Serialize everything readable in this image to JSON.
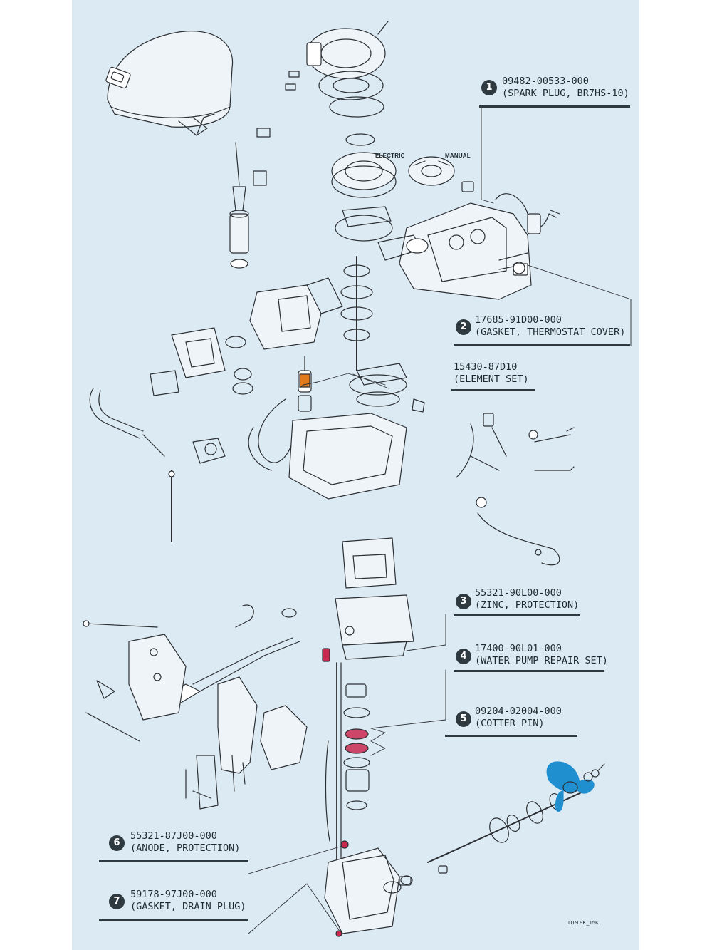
{
  "diagram": {
    "section_labels": {
      "electric": "ELECTRIC",
      "manual": "MANUAL"
    },
    "figure_code": "DT9.9K_15K",
    "colors": {
      "background": "#dceaf4",
      "linework": "#2b2f33",
      "callout_badge": "#2f3a40",
      "highlight_red": "#c8294f",
      "highlight_orange": "#e07a1c",
      "highlight_blue": "#1f8fd0"
    },
    "callouts": [
      {
        "number": "1",
        "part_no": "09482-00533-000",
        "desc": "(SPARK PLUG, BR7HS-10)"
      },
      {
        "number": "2",
        "part_no": "17685-91D00-000",
        "desc": "(GASKET, THERMOSTAT COVER)"
      },
      {
        "number": "",
        "part_no": "15430-87D10",
        "desc": "(ELEMENT SET)"
      },
      {
        "number": "3",
        "part_no": "55321-90L00-000",
        "desc": "(ZINC, PROTECTION)"
      },
      {
        "number": "4",
        "part_no": "17400-90L01-000",
        "desc": "(WATER PUMP REPAIR SET)"
      },
      {
        "number": "5",
        "part_no": "09204-02004-000",
        "desc": "(COTTER PIN)"
      },
      {
        "number": "6",
        "part_no": "55321-87J00-000",
        "desc": "(ANODE, PROTECTION)"
      },
      {
        "number": "7",
        "part_no": "59178-97J00-000",
        "desc": "(GASKET, DRAIN PLUG)"
      }
    ]
  }
}
